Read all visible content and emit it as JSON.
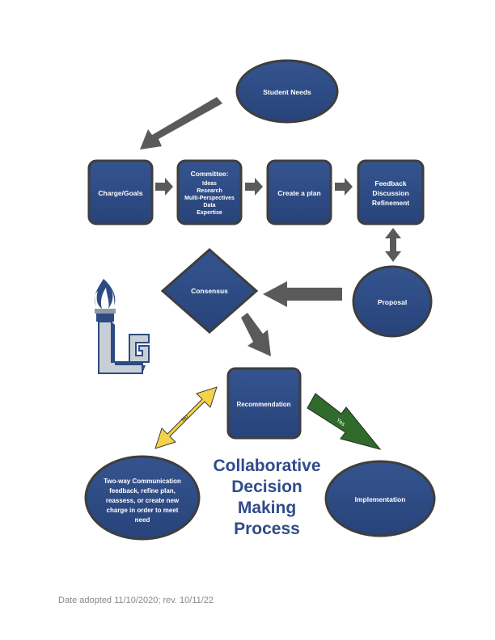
{
  "nodes": {
    "student_needs": "Student Needs",
    "charge_goals": "Charge/Goals",
    "committee": [
      "Committee:",
      "Ideas",
      "Research",
      "Multi-Perspectives",
      "Data",
      "Expertise"
    ],
    "create_plan": "Create a plan",
    "feedback": [
      "Feedback",
      "Discussion",
      "Refinement"
    ],
    "proposal": "Proposal",
    "consensus": "Consensus",
    "recommendation": "Recommendation",
    "two_way": [
      "Two-way Communication",
      "feedback, refine plan,",
      "reassess, or create new",
      "charge in order to meet",
      "need"
    ],
    "implementation": "Implementation"
  },
  "arrows": {
    "no": "No",
    "yes": "Yes"
  },
  "title": [
    "Collaborative",
    "Decision",
    "Making",
    "Process"
  ],
  "logo": "LG",
  "footer": "Date adopted 11/10/2020; rev. 10/11/22",
  "colors": {
    "node_fill": "#2d4a82",
    "node_border": "#3e3e3e",
    "arrow_gray": "#5a5a5a",
    "arrow_yellow": "#f3d24a",
    "arrow_green": "#2f6b2a",
    "title": "#2f4b8a"
  }
}
